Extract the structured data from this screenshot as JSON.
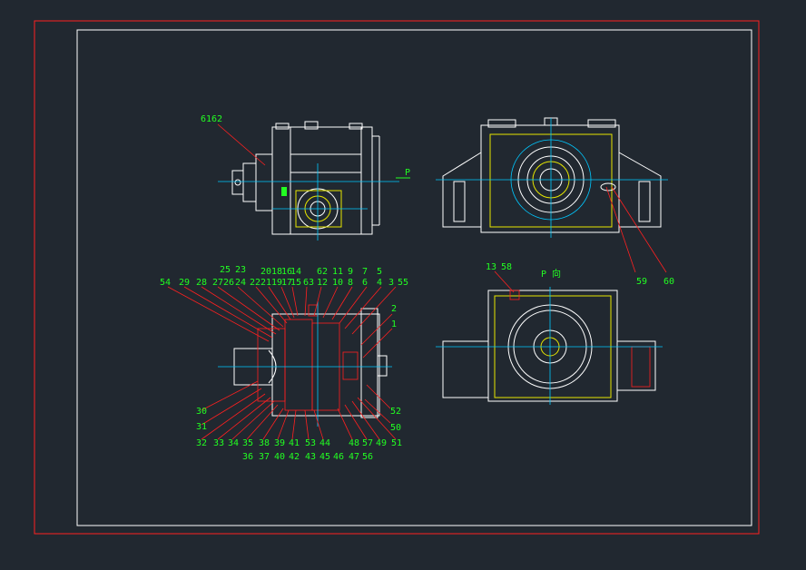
{
  "view_labels": {
    "side_arrow": "P",
    "bottom_right": "P 向",
    "part_6162": "6162",
    "part_13": "13",
    "part_58": "58",
    "part_59": "59",
    "part_60": "60"
  },
  "callouts_top_row1": [
    "25",
    "23",
    "20",
    "18",
    "16",
    "14",
    "62",
    "11",
    "9",
    "7",
    "5"
  ],
  "callouts_top_row2": [
    "54",
    "29",
    "28",
    "2726",
    "24",
    "22",
    "21",
    "19",
    "17",
    "15",
    "63",
    "12",
    "10",
    "8",
    "6",
    "4",
    "3",
    "55"
  ],
  "callouts_right": [
    "2",
    "1",
    "52",
    "50"
  ],
  "callouts_left": [
    "30",
    "31"
  ],
  "callouts_bottom_row1": [
    "32",
    "33",
    "34",
    "35",
    "38",
    "39",
    "41",
    "53",
    "44",
    "48",
    "57",
    "49",
    "51"
  ],
  "callouts_bottom_row2": [
    "36",
    "37",
    "40",
    "42",
    "43",
    "45",
    "46",
    "47",
    "56"
  ],
  "colors": {
    "background": "#212830",
    "outer_border": "#ff2020",
    "inner_border": "#ffffff",
    "label": "#22ff22",
    "centerline": "#00c8ff",
    "highlight": "#e6e600",
    "hatch": "#ff2020"
  }
}
